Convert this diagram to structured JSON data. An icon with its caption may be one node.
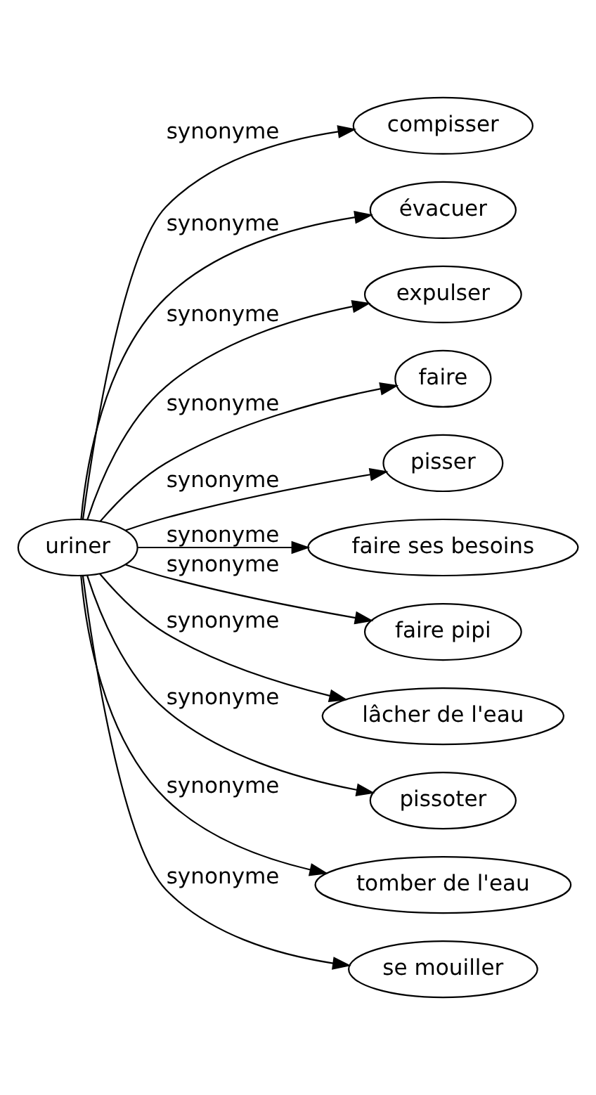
{
  "diagram": {
    "nodes": [
      {
        "text": [
          "uriner"
        ]
      },
      {
        "text": [
          "compisser"
        ]
      },
      {
        "text": [
          "évacuer"
        ]
      },
      {
        "text": [
          "expulser"
        ]
      },
      {
        "text": [
          "faire"
        ]
      },
      {
        "text": [
          "pisser"
        ]
      },
      {
        "text": [
          "faire ses besoins"
        ]
      },
      {
        "text": [
          "faire pipi"
        ]
      },
      {
        "text": [
          "lâcher de l'eau"
        ]
      },
      {
        "text": [
          "pissoter"
        ]
      },
      {
        "text": [
          "tomber de l'eau"
        ]
      },
      {
        "text": [
          "se mouiller"
        ]
      }
    ],
    "edges": [
      {
        "from": 0,
        "to": 1,
        "arrow": "to",
        "label": "synonyme"
      },
      {
        "from": 0,
        "to": 2,
        "arrow": "to",
        "label": "synonyme"
      },
      {
        "from": 0,
        "to": 3,
        "arrow": "to",
        "label": "synonyme"
      },
      {
        "from": 0,
        "to": 4,
        "arrow": "to",
        "label": "synonyme"
      },
      {
        "from": 0,
        "to": 5,
        "arrow": "to",
        "label": "synonyme"
      },
      {
        "from": 0,
        "to": 6,
        "arrow": "to",
        "label": "synonyme"
      },
      {
        "from": 0,
        "to": 7,
        "arrow": "to",
        "label": "synonyme"
      },
      {
        "from": 0,
        "to": 8,
        "arrow": "to",
        "label": "synonyme"
      },
      {
        "from": 0,
        "to": 9,
        "arrow": "to",
        "label": "synonyme"
      },
      {
        "from": 0,
        "to": 10,
        "arrow": "to",
        "label": "synonyme"
      },
      {
        "from": 0,
        "to": 11,
        "arrow": "to",
        "label": "synonyme"
      }
    ]
  }
}
